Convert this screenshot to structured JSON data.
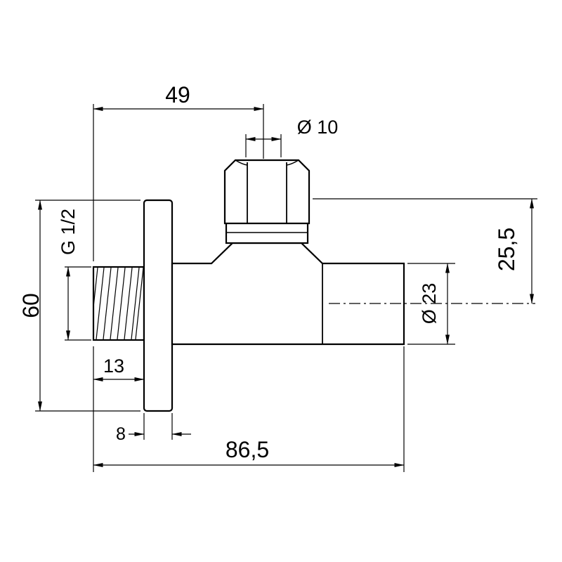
{
  "drawing": {
    "colors": {
      "line": "#000000",
      "background": "#ffffff"
    },
    "dimensions": {
      "top_width": "49",
      "cap_top_diameter": "Ø 10",
      "thread_size": "G 1/2",
      "flange_height": "60",
      "cap_offset": "25,5",
      "body_diameter": "Ø 23",
      "inlet_length": "13",
      "flange_thickness": "8",
      "total_length": "86,5"
    }
  }
}
